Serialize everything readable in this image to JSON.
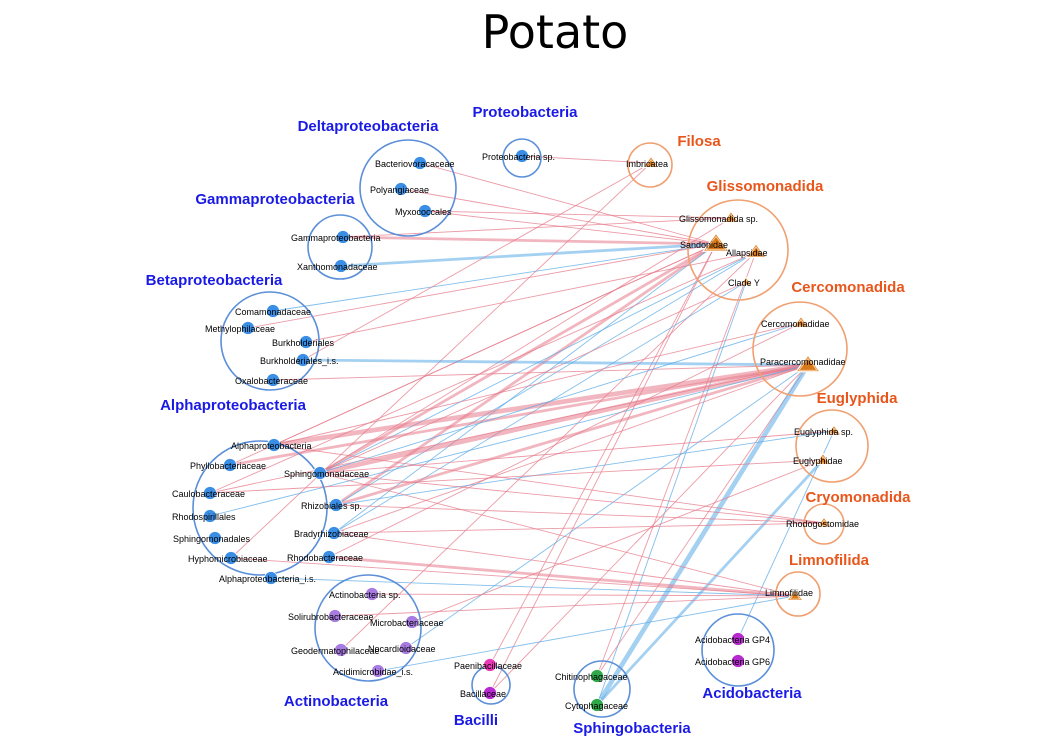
{
  "title": "Potato",
  "colors": {
    "positive_edge": "#e57a8a",
    "negative_edge": "#5aa9e6",
    "bacteria_group_text": "#1a1ae6",
    "protist_group_text": "#e8561c",
    "bacteria_group_circle": "#5b8fd8",
    "protist_group_circle": "#f0a070",
    "protist_node": "#d97a1a"
  },
  "groups": [
    {
      "id": "proteo",
      "label": "Proteobacteria",
      "kind": "bacteria"
    },
    {
      "id": "delta",
      "label": "Deltaproteobacteria",
      "kind": "bacteria"
    },
    {
      "id": "gamma",
      "label": "Gammaproteobacteria",
      "kind": "bacteria"
    },
    {
      "id": "beta",
      "label": "Betaproteobacteria",
      "kind": "bacteria"
    },
    {
      "id": "alpha",
      "label": "Alphaproteobacteria",
      "kind": "bacteria"
    },
    {
      "id": "actino",
      "label": "Actinobacteria",
      "kind": "bacteria"
    },
    {
      "id": "bacilli",
      "label": "Bacilli",
      "kind": "bacteria"
    },
    {
      "id": "sphingo",
      "label": "Sphingobacteria",
      "kind": "bacteria"
    },
    {
      "id": "acido",
      "label": "Acidobacteria",
      "kind": "bacteria"
    },
    {
      "id": "filosa",
      "label": "Filosa",
      "kind": "protist"
    },
    {
      "id": "glisso",
      "label": "Glissomonadida",
      "kind": "protist"
    },
    {
      "id": "cerco",
      "label": "Cercomonadida",
      "kind": "protist"
    },
    {
      "id": "eugly",
      "label": "Euglyphida",
      "kind": "protist"
    },
    {
      "id": "cryo",
      "label": "Cryomonadida",
      "kind": "protist"
    },
    {
      "id": "limno",
      "label": "Limnofilida",
      "kind": "protist"
    }
  ],
  "nodes": [
    {
      "id": "proteo_sp",
      "label": "Proteobacteria sp.",
      "group": "proteo",
      "shape": "circle",
      "color": "#3a8ee6"
    },
    {
      "id": "bacteriovo",
      "label": "Bacteriovoracaceae",
      "group": "delta",
      "shape": "circle",
      "color": "#3a8ee6"
    },
    {
      "id": "polyang",
      "label": "Polyangiaceae",
      "group": "delta",
      "shape": "circle",
      "color": "#3a8ee6"
    },
    {
      "id": "myxo",
      "label": "Myxococcales",
      "group": "delta",
      "shape": "circle",
      "color": "#3a8ee6"
    },
    {
      "id": "gammap",
      "label": "Gammaproteobacteria",
      "group": "gamma",
      "shape": "circle",
      "color": "#3a8ee6"
    },
    {
      "id": "xantho",
      "label": "Xanthomonadaceae",
      "group": "gamma",
      "shape": "circle",
      "color": "#3a8ee6"
    },
    {
      "id": "comamo",
      "label": "Comamonadaceae",
      "group": "beta",
      "shape": "circle",
      "color": "#3a8ee6"
    },
    {
      "id": "methylo",
      "label": "Methylophilaceae",
      "group": "beta",
      "shape": "circle",
      "color": "#3a8ee6"
    },
    {
      "id": "burkh",
      "label": "Burkholderiales",
      "group": "beta",
      "shape": "circle",
      "color": "#3a8ee6"
    },
    {
      "id": "burkh_is",
      "label": "Burkholderiales_i.s.",
      "group": "beta",
      "shape": "circle",
      "color": "#3a8ee6"
    },
    {
      "id": "oxalo",
      "label": "Oxalobacteraceae",
      "group": "beta",
      "shape": "circle",
      "color": "#3a8ee6"
    },
    {
      "id": "alphap",
      "label": "Alphaproteobacteria",
      "group": "alpha",
      "shape": "circle",
      "color": "#3a8ee6"
    },
    {
      "id": "phyllo",
      "label": "Phyllobacteriaceae",
      "group": "alpha",
      "shape": "circle",
      "color": "#3a8ee6"
    },
    {
      "id": "sphingom",
      "label": "Sphingomonadaceae",
      "group": "alpha",
      "shape": "circle",
      "color": "#3a8ee6"
    },
    {
      "id": "caulo",
      "label": "Caulobacteraceae",
      "group": "alpha",
      "shape": "circle",
      "color": "#3a8ee6"
    },
    {
      "id": "rhizo",
      "label": "Rhizobiales sp.",
      "group": "alpha",
      "shape": "circle",
      "color": "#3a8ee6"
    },
    {
      "id": "rhodospir",
      "label": "Rhodospirillales",
      "group": "alpha",
      "shape": "circle",
      "color": "#3a8ee6"
    },
    {
      "id": "bradyr",
      "label": "Bradyrhizobiaceae",
      "group": "alpha",
      "shape": "circle",
      "color": "#3a8ee6"
    },
    {
      "id": "sphingon",
      "label": "Sphingomonadales",
      "group": "alpha",
      "shape": "circle",
      "color": "#3a8ee6"
    },
    {
      "id": "rhodob",
      "label": "Rhodobacteraceae",
      "group": "alpha",
      "shape": "circle",
      "color": "#3a8ee6"
    },
    {
      "id": "hypho",
      "label": "Hyphomicrobiaceae",
      "group": "alpha",
      "shape": "circle",
      "color": "#3a8ee6"
    },
    {
      "id": "alpha_is",
      "label": "Alphaproteobacteria_i.s.",
      "group": "alpha",
      "shape": "circle",
      "color": "#3a8ee6"
    },
    {
      "id": "actino_sp",
      "label": "Actinobacteria sp.",
      "group": "actino",
      "shape": "circle",
      "color": "#a77be0"
    },
    {
      "id": "soliru",
      "label": "Solirubrobacteraceae",
      "group": "actino",
      "shape": "circle",
      "color": "#a77be0"
    },
    {
      "id": "microb",
      "label": "Microbacteriaceae",
      "group": "actino",
      "shape": "circle",
      "color": "#a77be0"
    },
    {
      "id": "nocard",
      "label": "Nocardioidaceae",
      "group": "actino",
      "shape": "circle",
      "color": "#a77be0"
    },
    {
      "id": "geoder",
      "label": "Geodermatophilaceae",
      "group": "actino",
      "shape": "circle",
      "color": "#a77be0"
    },
    {
      "id": "acidim",
      "label": "Acidimicrobidae_i.s.",
      "group": "actino",
      "shape": "circle",
      "color": "#a77be0"
    },
    {
      "id": "paeni",
      "label": "Paenibacillaceae",
      "group": "bacilli",
      "shape": "circle",
      "color": "#e83ab4"
    },
    {
      "id": "bacill",
      "label": "Bacillaceae",
      "group": "bacilli",
      "shape": "circle",
      "color": "#b62ad0"
    },
    {
      "id": "chitino",
      "label": "Chitinophagaceae",
      "group": "sphingo",
      "shape": "circle",
      "color": "#2fa84a"
    },
    {
      "id": "cyto",
      "label": "Cytophagaceae",
      "group": "sphingo",
      "shape": "circle",
      "color": "#2fa84a"
    },
    {
      "id": "acido4",
      "label": "Acidobacteria GP4",
      "group": "acido",
      "shape": "circle",
      "color": "#b62ad0"
    },
    {
      "id": "acido6",
      "label": "Acidobacteria GP6",
      "group": "acido",
      "shape": "circle",
      "color": "#b62ad0"
    },
    {
      "id": "imbric",
      "label": "Imbricatea",
      "group": "filosa",
      "shape": "triangle",
      "color": "#d97a1a"
    },
    {
      "id": "glisso_sp",
      "label": "Glissomonadida sp.",
      "group": "glisso",
      "shape": "triangle",
      "color": "#d97a1a"
    },
    {
      "id": "sando",
      "label": "Sandonidae",
      "group": "glisso",
      "shape": "triangle",
      "color": "#d97a1a"
    },
    {
      "id": "allap",
      "label": "Allapsidae",
      "group": "glisso",
      "shape": "triangle",
      "color": "#d97a1a"
    },
    {
      "id": "cladey",
      "label": "Clade Y",
      "group": "glisso",
      "shape": "triangle",
      "color": "#d97a1a"
    },
    {
      "id": "cercom",
      "label": "Cercomonadidae",
      "group": "cerco",
      "shape": "triangle",
      "color": "#d97a1a"
    },
    {
      "id": "paracerc",
      "label": "Paracercomonadidae",
      "group": "cerco",
      "shape": "triangle",
      "color": "#d97a1a"
    },
    {
      "id": "eugly_sp",
      "label": "Euglyphida sp.",
      "group": "eugly",
      "shape": "triangle",
      "color": "#d97a1a"
    },
    {
      "id": "euglyph",
      "label": "Euglyphidae",
      "group": "eugly",
      "shape": "triangle",
      "color": "#d97a1a"
    },
    {
      "id": "rhodog",
      "label": "Rhodogostomidae",
      "group": "cryo",
      "shape": "triangle",
      "color": "#d97a1a"
    },
    {
      "id": "limnof",
      "label": "Limnofilidae",
      "group": "limno",
      "shape": "triangle",
      "color": "#d97a1a"
    }
  ],
  "edges": [
    {
      "source": "sando",
      "target": "bacteriovo",
      "sign": "positive",
      "weight": 1
    },
    {
      "source": "sando",
      "target": "polyang",
      "sign": "positive",
      "weight": 1
    },
    {
      "source": "sando",
      "target": "myxo",
      "sign": "positive",
      "weight": 1
    },
    {
      "source": "sando",
      "target": "gammap",
      "sign": "positive",
      "weight": 2
    },
    {
      "source": "sando",
      "target": "xantho",
      "sign": "negative",
      "weight": 2
    },
    {
      "source": "sando",
      "target": "comamo",
      "sign": "negative",
      "weight": 1
    },
    {
      "source": "sando",
      "target": "methylo",
      "sign": "positive",
      "weight": 1
    },
    {
      "source": "sando",
      "target": "sphingom",
      "sign": "positive",
      "weight": 2
    },
    {
      "source": "sando",
      "target": "rhizo",
      "sign": "positive",
      "weight": 2
    },
    {
      "source": "sando",
      "target": "bradyr",
      "sign": "negative",
      "weight": 1
    },
    {
      "source": "sando",
      "target": "paeni",
      "sign": "positive",
      "weight": 1
    },
    {
      "source": "sando",
      "target": "bacill",
      "sign": "positive",
      "weight": 1
    },
    {
      "source": "sando",
      "target": "alphap",
      "sign": "positive",
      "weight": 1
    },
    {
      "source": "sando",
      "target": "phyllo",
      "sign": "positive",
      "weight": 1
    },
    {
      "source": "glisso_sp",
      "target": "myxo",
      "sign": "positive",
      "weight": 1
    },
    {
      "source": "glisso_sp",
      "target": "gammap",
      "sign": "positive",
      "weight": 1
    },
    {
      "source": "glisso_sp",
      "target": "sphingom",
      "sign": "positive",
      "weight": 1
    },
    {
      "source": "allap",
      "target": "burkh",
      "sign": "positive",
      "weight": 1
    },
    {
      "source": "allap",
      "target": "sphingom",
      "sign": "negative",
      "weight": 1
    },
    {
      "source": "allap",
      "target": "rhizo",
      "sign": "negative",
      "weight": 1
    },
    {
      "source": "allap",
      "target": "caulo",
      "sign": "positive",
      "weight": 1
    },
    {
      "source": "allap",
      "target": "geoder",
      "sign": "positive",
      "weight": 1
    },
    {
      "source": "allap",
      "target": "chitino",
      "sign": "positive",
      "weight": 1
    },
    {
      "source": "cladey",
      "target": "sphingom",
      "sign": "positive",
      "weight": 1
    },
    {
      "source": "cladey",
      "target": "bradyr",
      "sign": "negative",
      "weight": 1
    },
    {
      "source": "cladey",
      "target": "cyto",
      "sign": "negative",
      "weight": 1
    },
    {
      "source": "imbric",
      "target": "proteo_sp",
      "sign": "positive",
      "weight": 1
    },
    {
      "source": "imbric",
      "target": "burkh_is",
      "sign": "positive",
      "weight": 1
    },
    {
      "source": "imbric",
      "target": "hypho",
      "sign": "positive",
      "weight": 1
    },
    {
      "source": "paracerc",
      "target": "sphingom",
      "sign": "positive",
      "weight": 3
    },
    {
      "source": "paracerc",
      "target": "alphap",
      "sign": "positive",
      "weight": 3
    },
    {
      "source": "paracerc",
      "target": "rhizo",
      "sign": "positive",
      "weight": 2
    },
    {
      "source": "paracerc",
      "target": "burkh_is",
      "sign": "negative",
      "weight": 2
    },
    {
      "source": "paracerc",
      "target": "oxalo",
      "sign": "positive",
      "weight": 1
    },
    {
      "source": "paracerc",
      "target": "phyllo",
      "sign": "positive",
      "weight": 2
    },
    {
      "source": "paracerc",
      "target": "caulo",
      "sign": "positive",
      "weight": 1
    },
    {
      "source": "paracerc",
      "target": "rhodospir",
      "sign": "negative",
      "weight": 1
    },
    {
      "source": "paracerc",
      "target": "bradyr",
      "sign": "positive",
      "weight": 1
    },
    {
      "source": "paracerc",
      "target": "chitino",
      "sign": "positive",
      "weight": 1
    },
    {
      "source": "paracerc",
      "target": "nocard",
      "sign": "negative",
      "weight": 1
    },
    {
      "source": "paracerc",
      "target": "cyto",
      "sign": "negative",
      "weight": 3
    },
    {
      "source": "paracerc",
      "target": "bacill",
      "sign": "positive",
      "weight": 1
    },
    {
      "source": "cercom",
      "target": "alphap",
      "sign": "positive",
      "weight": 1
    },
    {
      "source": "cercom",
      "target": "sphingom",
      "sign": "negative",
      "weight": 1
    },
    {
      "source": "cercom",
      "target": "rhodob",
      "sign": "positive",
      "weight": 1
    },
    {
      "source": "eugly_sp",
      "target": "sphingom",
      "sign": "positive",
      "weight": 1
    },
    {
      "source": "eugly_sp",
      "target": "rhizo",
      "sign": "negative",
      "weight": 1
    },
    {
      "source": "eugly_sp",
      "target": "acido4",
      "sign": "negative",
      "weight": 1
    },
    {
      "source": "euglyph",
      "target": "caulo",
      "sign": "positive",
      "weight": 1
    },
    {
      "source": "euglyph",
      "target": "microb",
      "sign": "positive",
      "weight": 1
    },
    {
      "source": "euglyph",
      "target": "cyto",
      "sign": "negative",
      "weight": 2
    },
    {
      "source": "rhodog",
      "target": "sphingom",
      "sign": "positive",
      "weight": 1
    },
    {
      "source": "rhodog",
      "target": "rhizo",
      "sign": "positive",
      "weight": 1
    },
    {
      "source": "rhodog",
      "target": "bradyr",
      "sign": "positive",
      "weight": 1
    },
    {
      "source": "rhodog",
      "target": "alphap",
      "sign": "positive",
      "weight": 1
    },
    {
      "source": "limnof",
      "target": "sphingom",
      "sign": "positive",
      "weight": 1
    },
    {
      "source": "limnof",
      "target": "rhodob",
      "sign": "positive",
      "weight": 2
    },
    {
      "source": "limnof",
      "target": "hypho",
      "sign": "positive",
      "weight": 1
    },
    {
      "source": "limnof",
      "target": "actino_sp",
      "sign": "positive",
      "weight": 1
    },
    {
      "source": "limnof",
      "target": "soliru",
      "sign": "positive",
      "weight": 1
    },
    {
      "source": "limnof",
      "target": "acidim",
      "sign": "negative",
      "weight": 1
    },
    {
      "source": "limnof",
      "target": "bradyr",
      "sign": "positive",
      "weight": 1
    },
    {
      "source": "limnof",
      "target": "alpha_is",
      "sign": "negative",
      "weight": 1
    }
  ]
}
